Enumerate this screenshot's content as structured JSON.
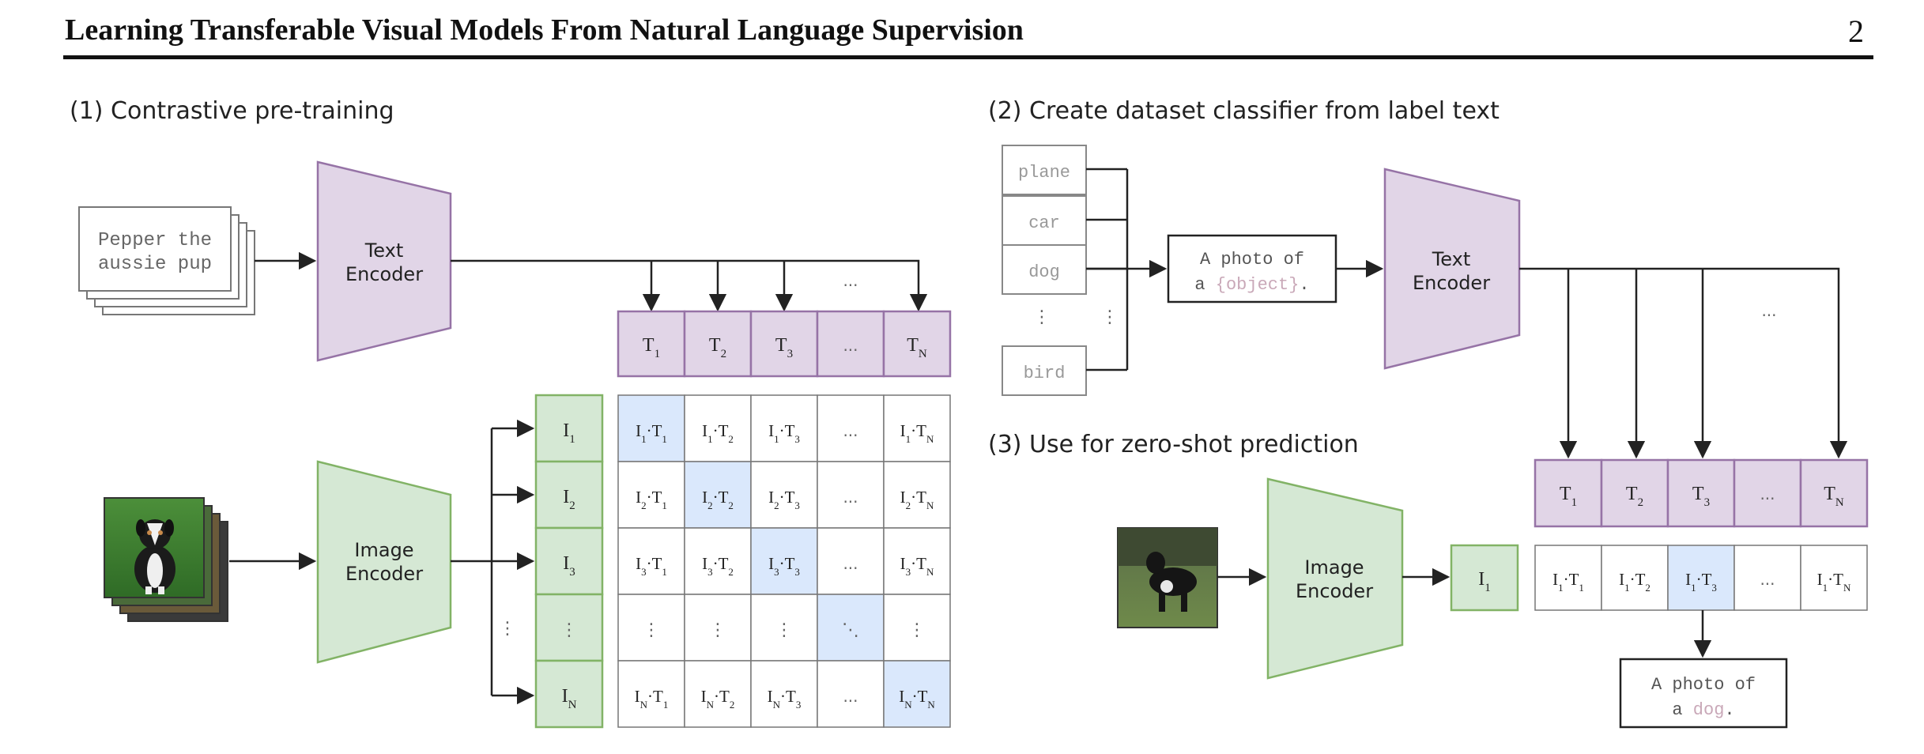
{
  "header": {
    "title": "Learning Transferable Visual Models From Natural Language Supervision",
    "page_number": "2"
  },
  "colors": {
    "encoder_text_fill": "#e1d5e7",
    "encoder_text_stroke": "#9673a6",
    "encoder_image_fill": "#d5e8d4",
    "encoder_image_stroke": "#82b366",
    "diagonal_fill": "#dae8fc",
    "label_gray": "#999999"
  },
  "panel1": {
    "heading": "(1) Contrastive pre-training",
    "caption_line1": "Pepper the",
    "caption_line2": "aussie pup",
    "text_encoder": [
      "Text",
      "Encoder"
    ],
    "image_encoder": [
      "Image",
      "Encoder"
    ],
    "ellipsis": "...",
    "vdots": "⋮",
    "ddots": "⋱",
    "t_labels": [
      "T1",
      "T2",
      "T3",
      "...",
      "TN"
    ],
    "i_labels": [
      "I1",
      "I2",
      "I3",
      "⋮",
      "IN"
    ]
  },
  "panel2": {
    "heading": "(2) Create dataset classifier from label text",
    "labels": [
      "plane",
      "car",
      "dog",
      "bird"
    ],
    "template_line1": "A photo of",
    "template_line2_prefix": "a ",
    "template_line2_object": "{object}",
    "template_line2_suffix": ".",
    "text_encoder": [
      "Text",
      "Encoder"
    ]
  },
  "panel3": {
    "heading": "(3) Use for zero-shot prediction",
    "image_encoder": [
      "Image",
      "Encoder"
    ],
    "i_label": "I1",
    "t_labels": [
      "T1",
      "T2",
      "T3",
      "...",
      "TN"
    ],
    "products": [
      "I1·T1",
      "I1·T2",
      "I1·T3",
      "...",
      "I1·TN"
    ],
    "result_line1": "A photo of",
    "result_line2_prefix": "a ",
    "result_line2_word": "dog",
    "result_line2_suffix": "."
  }
}
